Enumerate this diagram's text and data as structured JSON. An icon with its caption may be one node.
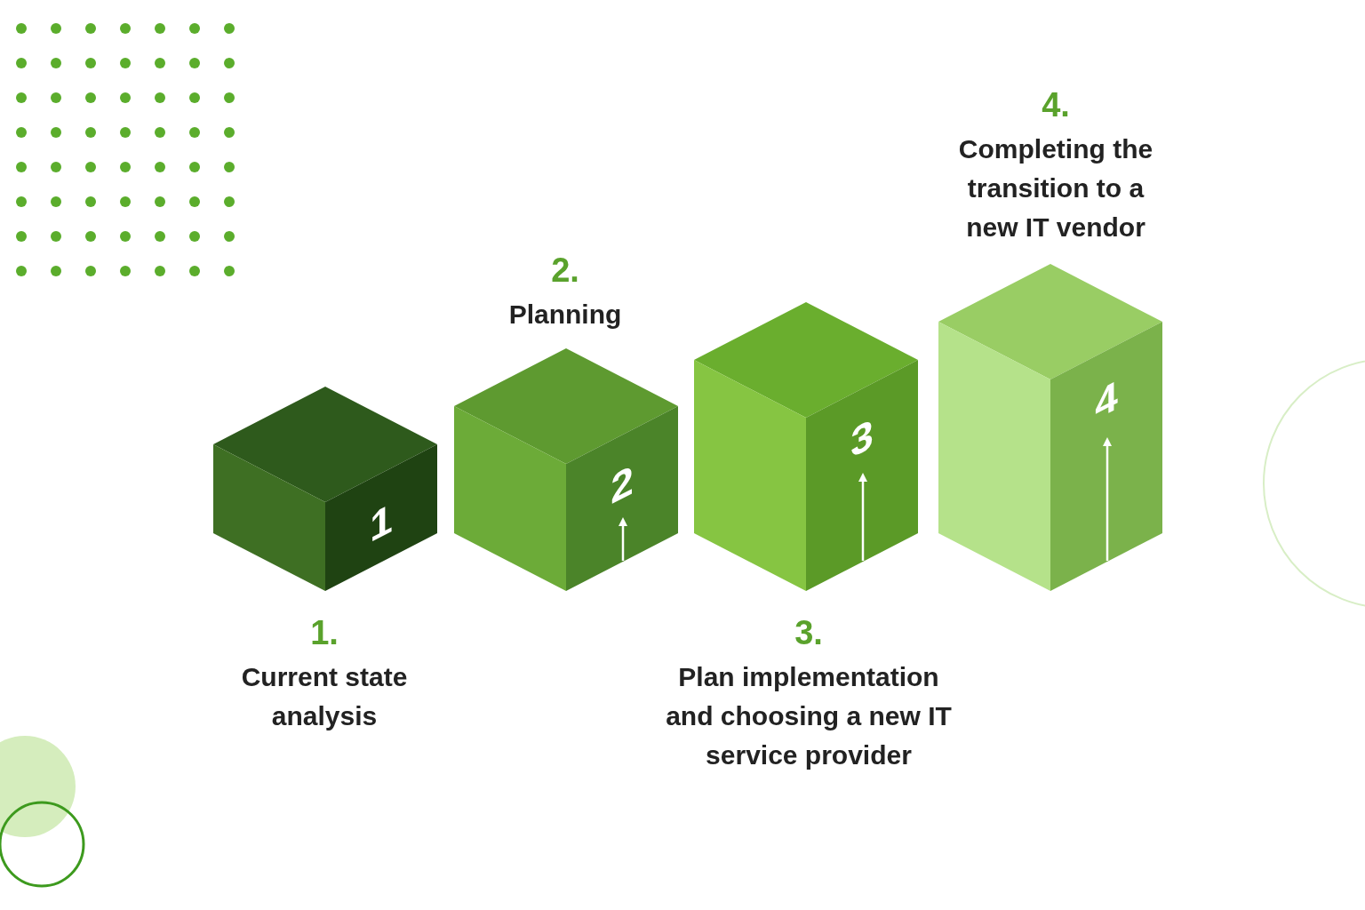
{
  "diagram": {
    "nodes": [
      {
        "text": [
          "1"
        ],
        "beside": [
          "1.",
          "Current state analysis"
        ]
      },
      {
        "text": [
          "2"
        ],
        "beside": [
          "2.",
          "Planning"
        ]
      },
      {
        "text": [
          "3"
        ],
        "beside": [
          "3.",
          "Plan implementation and choosing a new IT service provider"
        ]
      },
      {
        "text": [
          "4"
        ],
        "beside": [
          "4.",
          "Completing the transition to a new IT vendor"
        ]
      }
    ]
  }
}
